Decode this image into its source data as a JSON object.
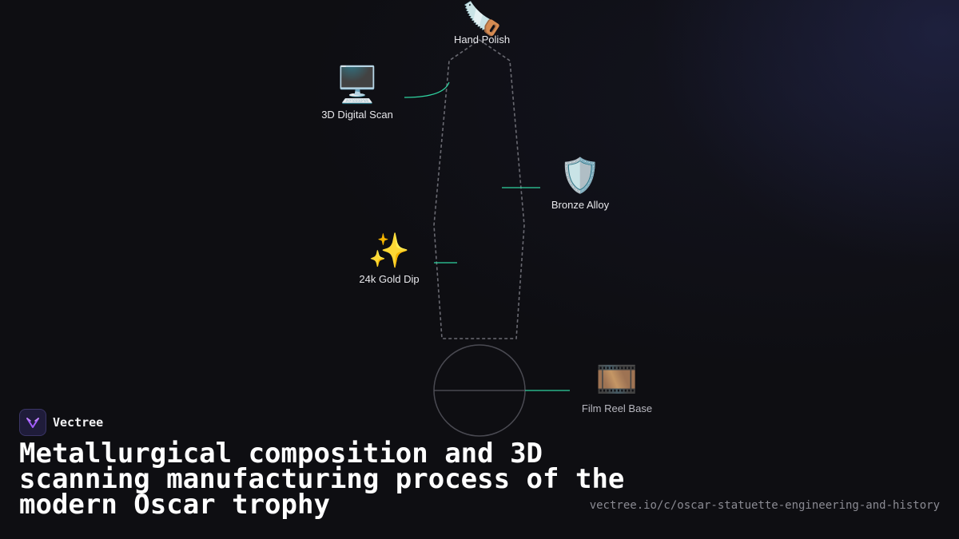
{
  "diagram": {
    "nodes": [
      {
        "id": "hand-polish",
        "icon": "🪚",
        "icon_name": "saw-icon",
        "label": "Hand Polish"
      },
      {
        "id": "digital-scan",
        "icon": "🖥️",
        "icon_name": "desktop-computer-icon",
        "label": "3D Digital Scan"
      },
      {
        "id": "bronze-alloy",
        "icon": "🛡️",
        "icon_name": "shield-icon",
        "label": "Bronze Alloy"
      },
      {
        "id": "gold-dip",
        "icon": "✨",
        "icon_name": "sparkles-icon",
        "label": "24k Gold Dip"
      },
      {
        "id": "film-reel",
        "icon": "🎞️",
        "icon_name": "film-frames-icon",
        "label": "Film Reel Base"
      }
    ],
    "colors": {
      "connector": "#2fd3a0",
      "outline": "#6a6a72",
      "base_circle": "#4a4a52"
    }
  },
  "brand": {
    "name": "Vectree",
    "logo_icon": "vectree-logo-icon",
    "logo_color": "#a35cff"
  },
  "title": "Metallurgical composition and 3D scanning manufacturing process of the modern Oscar trophy",
  "url": "vectree.io/c/oscar-statuette-engineering-and-history"
}
